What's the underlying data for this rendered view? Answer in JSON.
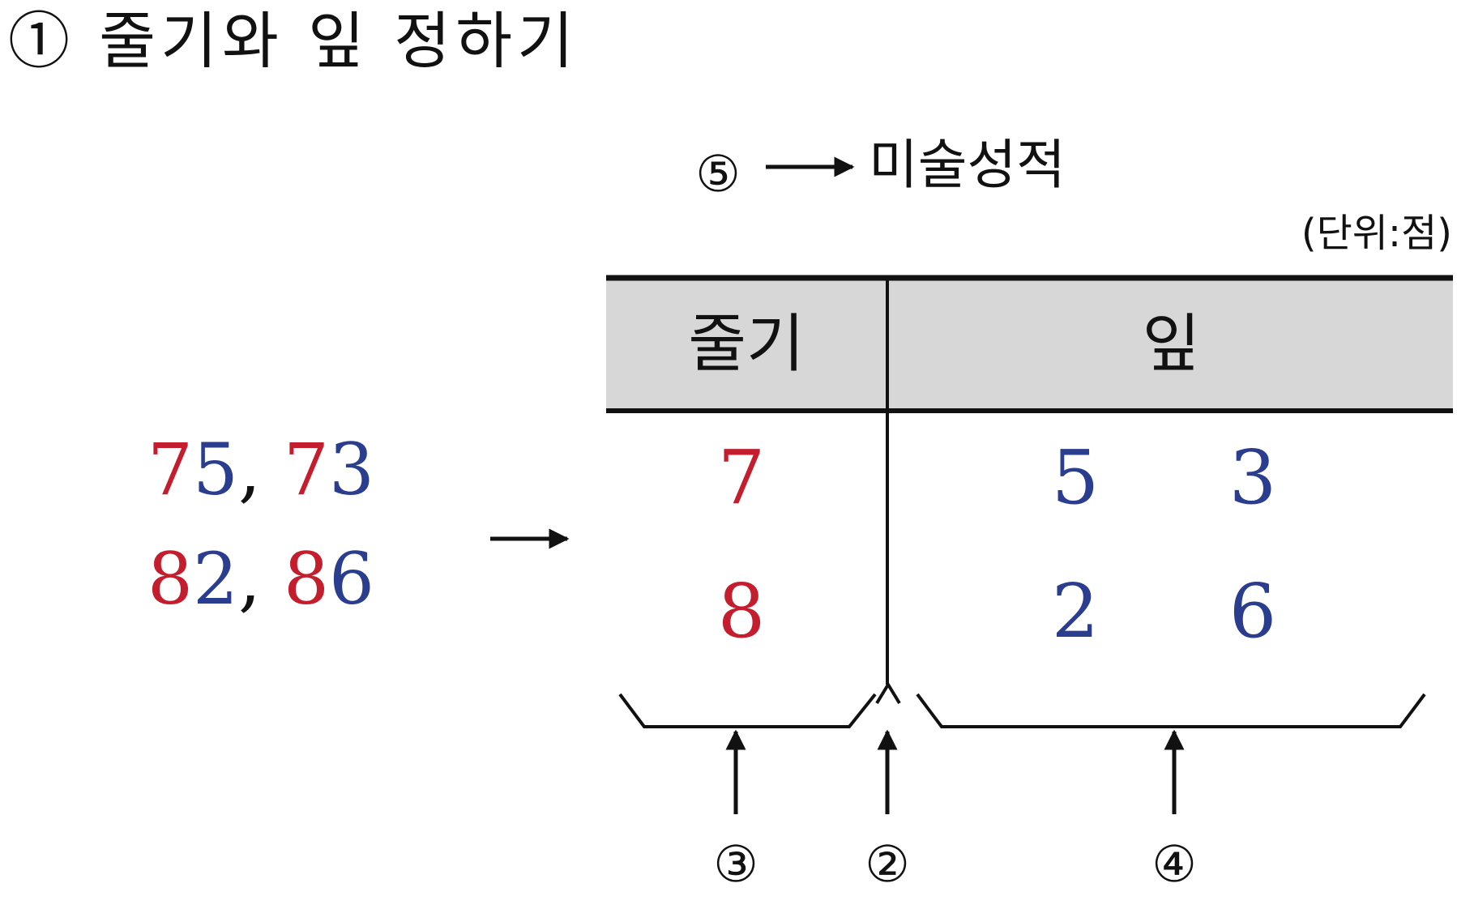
{
  "title": "① 줄기와 잎 정하기",
  "table": {
    "title": "미술성적",
    "unit": "(단위:점)",
    "header": {
      "stem": "줄기",
      "leaf": "잎"
    },
    "rows": [
      {
        "stem": "7",
        "leaves": [
          "5",
          "3"
        ]
      },
      {
        "stem": "8",
        "leaves": [
          "2",
          "6"
        ]
      }
    ]
  },
  "data_values": {
    "line1": {
      "a_tens": "7",
      "a_ones": "5",
      "sep": ", ",
      "b_tens": "7",
      "b_ones": "3"
    },
    "line2": {
      "a_tens": "8",
      "a_ones": "2",
      "sep": ", ",
      "b_tens": "8",
      "b_ones": "6"
    }
  },
  "labels": {
    "table_title_marker": "⑤",
    "stem_marker": "③",
    "divider_marker": "②",
    "leaf_marker": "④"
  },
  "colors": {
    "stem_digit": "#c41e2e",
    "leaf_digit": "#2a3d8f",
    "header_fill": "#d7d7d7",
    "ink": "#111111"
  }
}
